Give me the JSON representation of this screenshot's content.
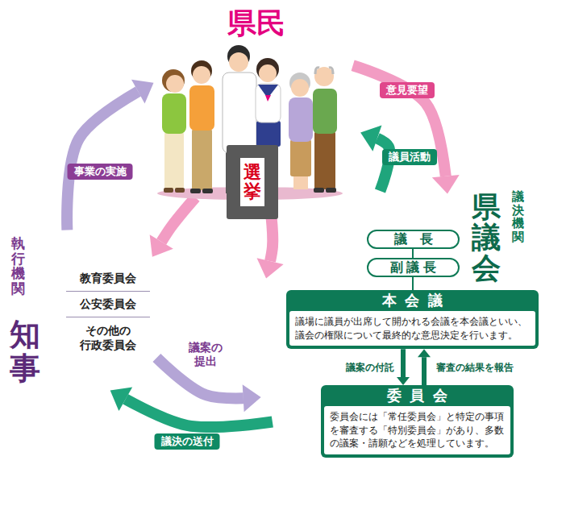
{
  "diagram": {
    "nodes": [
      {
        "text": [
          "県民"
        ]
      },
      {
        "text": [
          "選挙"
        ],
        "in": 0
      },
      {
        "text": [
          "執行機関",
          "知事"
        ]
      },
      {
        "text": [
          "教育委員会"
        ],
        "in": 2
      },
      {
        "text": [
          "公安委員会"
        ],
        "in": 2
      },
      {
        "text": [
          "その他の 行政委員会"
        ],
        "in": 2
      },
      {
        "text": [
          "議決機関",
          "県議会"
        ]
      },
      {
        "text": [
          "議長"
        ],
        "in": 6
      },
      {
        "text": [
          "副議長"
        ],
        "in": 6
      },
      {
        "text": [
          "本会議",
          "議場に議員が出席して開かれる会議を本会議といい、議会の権限について最終的な意思決定を行います。"
        ],
        "in": 6
      },
      {
        "text": [
          "委員会",
          "委員会には「常任委員会」と特定の事項を審査する「特別委員会」があり、多数の議案・請願などを処理しています。"
        ],
        "in": 6
      }
    ],
    "edges": [
      {
        "from": 0,
        "to": 6,
        "label": "意見要望",
        "arrow": "to"
      },
      {
        "from": 6,
        "to": 0,
        "label": "議員活動",
        "arrow": "to"
      },
      {
        "from": 2,
        "to": 0,
        "label": "事業の実施",
        "arrow": "to"
      },
      {
        "from": 0,
        "to": 2,
        "arrow": "to"
      },
      {
        "from": 0,
        "to": 6,
        "arrow": "to"
      },
      {
        "from": 2,
        "to": 6,
        "label": "議案の 提出",
        "arrow": "to"
      },
      {
        "from": 6,
        "to": 2,
        "label": "議決の送付",
        "arrow": "to"
      },
      {
        "from": 9,
        "to": 10,
        "label": "議案の付託",
        "arrow": "to"
      },
      {
        "from": 10,
        "to": 9,
        "label": "審査の結果を報告",
        "arrow": "to"
      },
      {
        "from": 7,
        "to": 8,
        "arrow": "none"
      },
      {
        "from": 8,
        "to": 9,
        "arrow": "none"
      }
    ]
  }
}
